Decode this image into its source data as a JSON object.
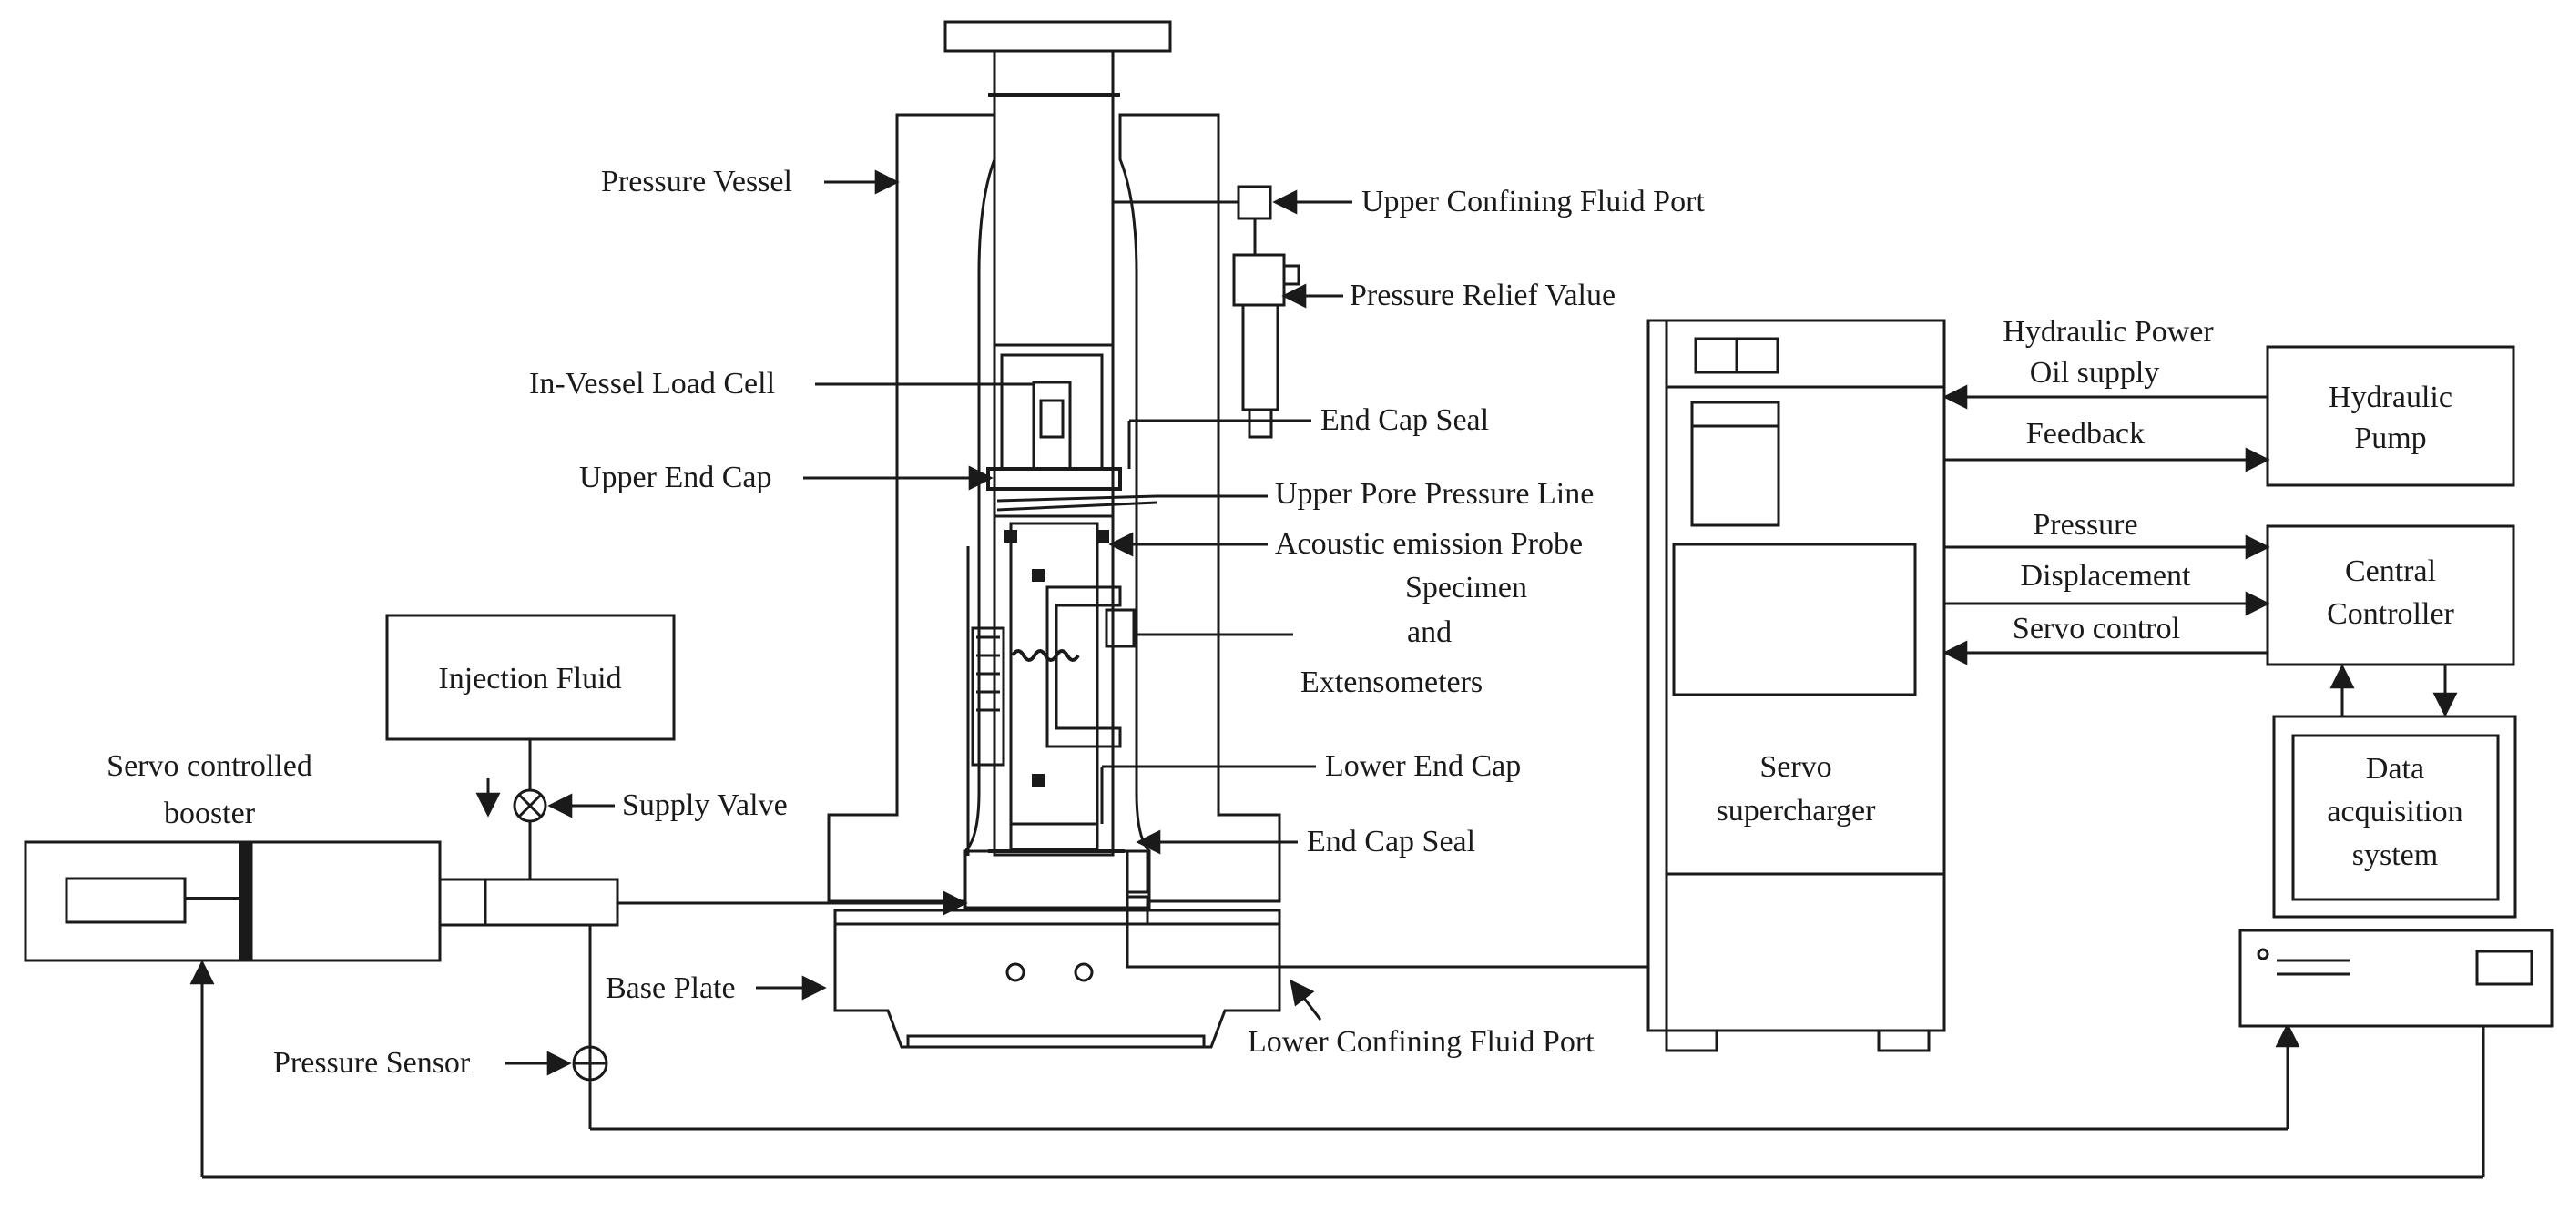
{
  "labels": {
    "pressure_vessel": "Pressure Vessel",
    "upper_confining_fluid_port": "Upper Confining Fluid Port",
    "pressure_relief_value": "Pressure Relief Value",
    "in_vessel_load_cell": "In-Vessel Load Cell",
    "end_cap_seal_upper": "End Cap Seal",
    "upper_end_cap": "Upper End Cap",
    "upper_pore_pressure_line": "Upper Pore Pressure Line",
    "acoustic_emission_probe": "Acoustic emission Probe",
    "specimen": "Specimen",
    "and": "and",
    "extensometers": "Extensometers",
    "lower_end_cap": "Lower End Cap",
    "end_cap_seal_lower": "End Cap Seal",
    "base_plate": "Base Plate",
    "lower_confining_fluid_port": "Lower Confining Fluid Port",
    "injection_fluid": "Injection Fluid",
    "servo_booster_line1": "Servo controlled",
    "servo_booster_line2": "booster",
    "supply_valve": "Supply Valve",
    "pressure_sensor": "Pressure Sensor",
    "servo_supercharger_line1": "Servo",
    "servo_supercharger_line2": "supercharger",
    "hydraulic_power_line1": "Hydraulic Power",
    "hydraulic_power_line2": "Oil supply",
    "feedback": "Feedback",
    "hydraulic_pump_line1": "Hydraulic",
    "hydraulic_pump_line2": "Pump",
    "pressure": "Pressure",
    "displacement": "Displacement",
    "servo_control": "Servo control",
    "central_controller_line1": "Central",
    "central_controller_line2": "Controller",
    "data_acq_line1": "Data",
    "data_acq_line2": "acquisition",
    "data_acq_line3": "system"
  }
}
